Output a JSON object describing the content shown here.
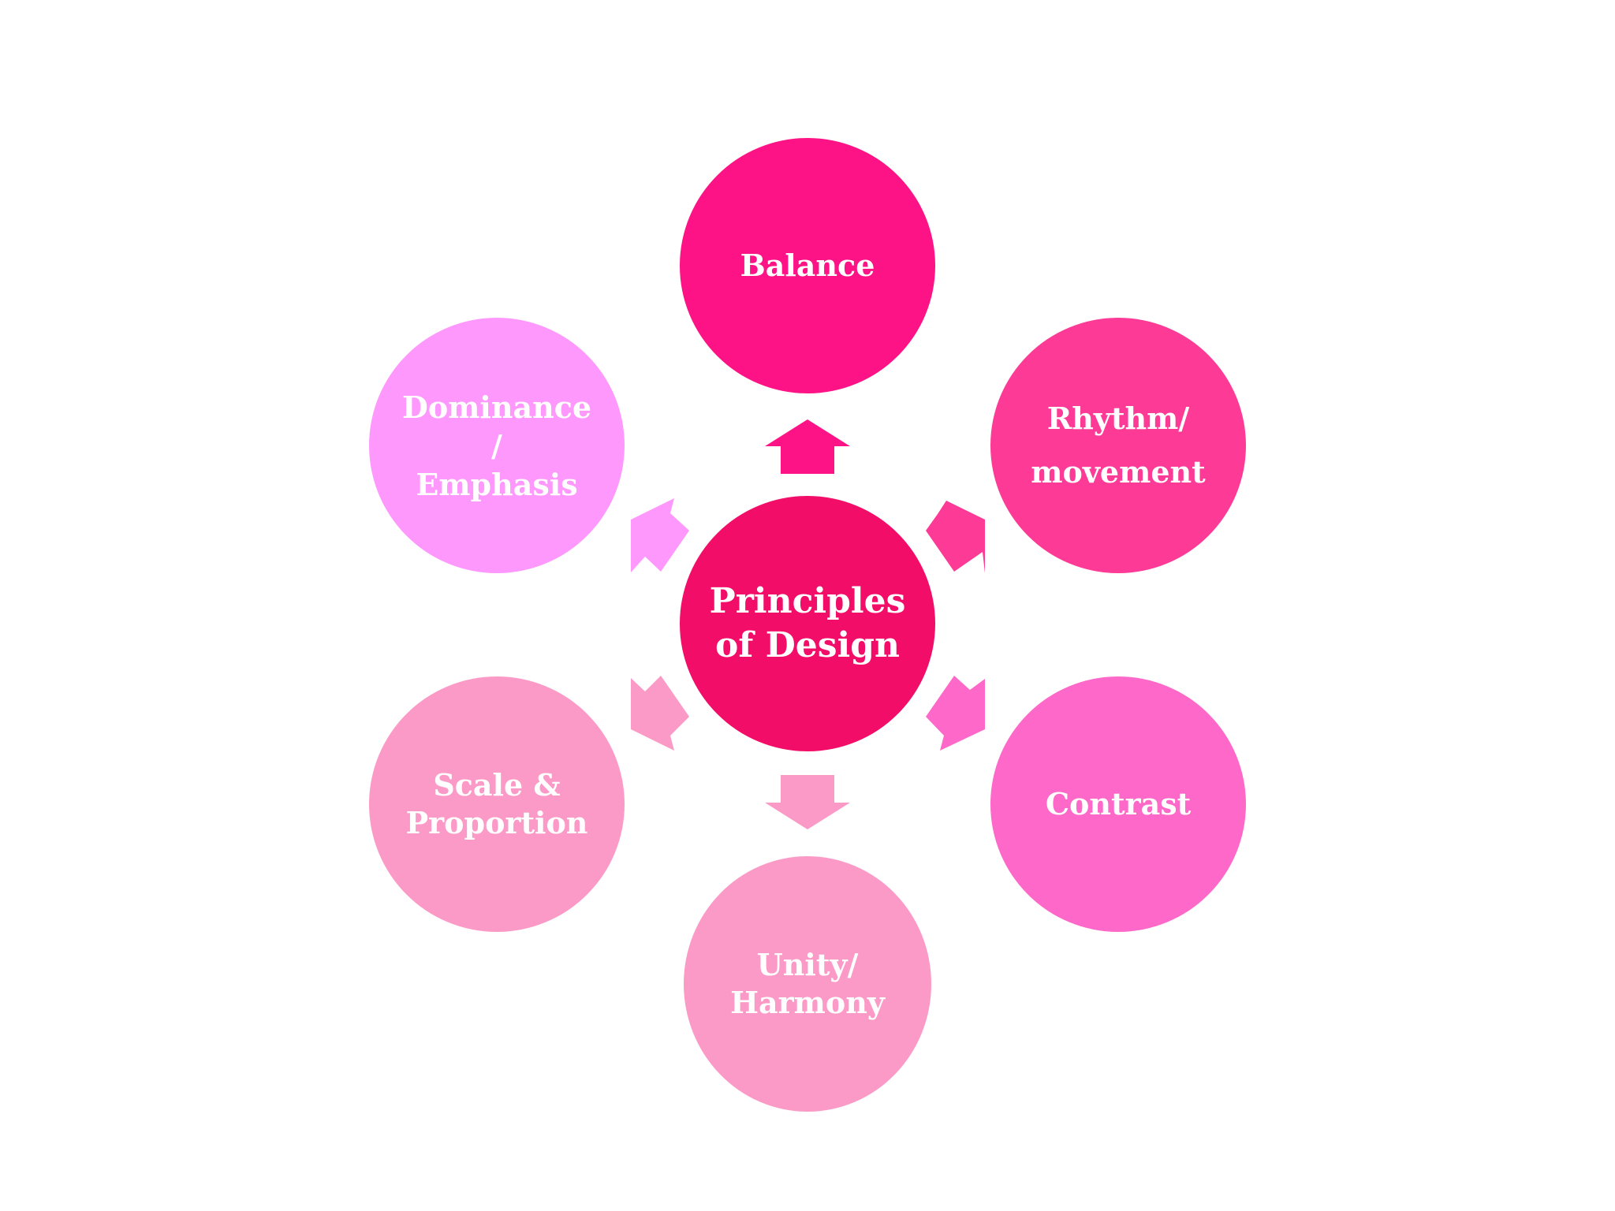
{
  "diagram": {
    "center": {
      "label": "Principles\nof Design",
      "color": "#f20d68"
    },
    "nodes": [
      {
        "key": "balance",
        "label": "Balance",
        "color": "#fe1386"
      },
      {
        "key": "rhythm",
        "label": "Rhythm/\nmovement",
        "color": "#fd3a96"
      },
      {
        "key": "contrast",
        "label": "Contrast",
        "color": "#fd68c9"
      },
      {
        "key": "unity",
        "label": "Unity/\nHarmony",
        "color": "#fc9ac7"
      },
      {
        "key": "scale",
        "label": "Scale &\nProportion",
        "color": "#fc9ac7"
      },
      {
        "key": "dominance",
        "label": "Dominance\n/\nEmphasis",
        "color": "#fe98fd"
      }
    ],
    "arrow_colors": {
      "balance": "#fe1386",
      "rhythm": "#fd3a96",
      "contrast": "#fd68c9",
      "unity": "#fc9ac7",
      "scale": "#fc9ac7",
      "dominance": "#fe98fd"
    }
  }
}
